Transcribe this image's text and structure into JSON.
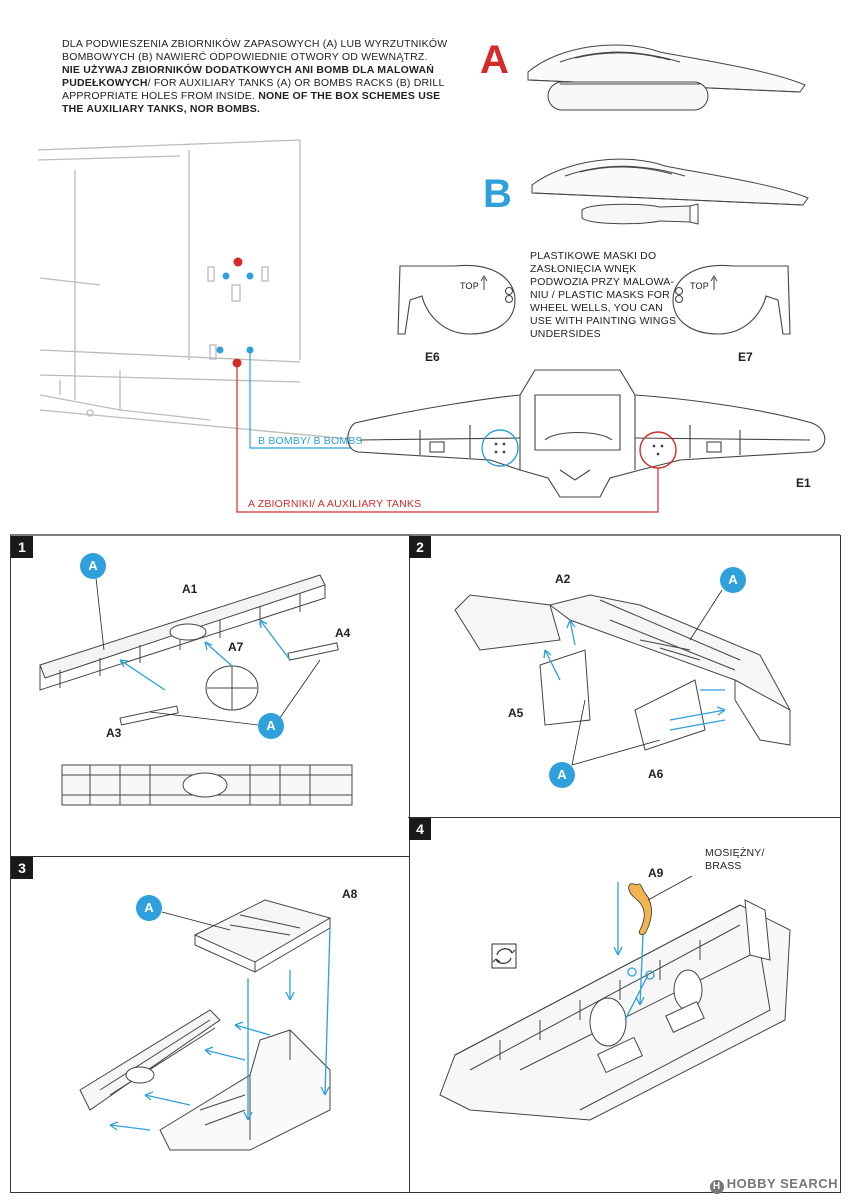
{
  "intro": {
    "line1": "DLA PODWIESZENIA ZBIORNIKÓW ZAPASOWYCH (A) LUB WYRZUTNIKÓW",
    "line2": "BOMBOWYCH (B) NAWIERĆ ODPOWIEDNIE OTWORY OD WEWNĄTRZ.",
    "line3_bold": "NIE UŻYWAJ ZBIORNIKÓW DODATKOWYCH ANI BOMB DLA MALOWAŃ",
    "line4_bold": "PUDEŁKOWYCH",
    "line4_rest": "/ FOR AUXILIARY TANKS (A) OR BOMBS RACKS (B) DRILL",
    "line5_normal": "APPROPRIATE HOLES FROM INSIDE.",
    "line5_bold": "NONE OF THE BOX SCHEMES USE",
    "line6_bold": "THE AUXILIARY TANKS, NOR BOMBS."
  },
  "variants": {
    "a": {
      "letter": "A",
      "color": "#d62a2a"
    },
    "b": {
      "letter": "B",
      "color": "#2fa0db"
    }
  },
  "masks": {
    "text1": "PLASTIKOWE MASKI DO",
    "text2": "ZASŁONIĘCIA WNĘK",
    "text3": "PODWOZIA PRZY MALOWA-",
    "text4": "NIU / PLASTIC MASKS FOR",
    "text5": "WHEEL WELLS, YOU CAN",
    "text6": "USE WITH PAINTING WINGS",
    "text7": "UNDERSIDES",
    "top_label": "TOP",
    "e6": "E6",
    "e7": "E7"
  },
  "wing": {
    "bombs_label": "B   BOMBY/ B   BOMBS",
    "tanks_label": "A   ZBIORNIKI/ A   AUXILIARY TANKS",
    "e1": "E1"
  },
  "steps": {
    "s1": {
      "num": "1",
      "a1": "A1",
      "a3": "A3",
      "a4": "A4",
      "a7": "A7",
      "callout": "A"
    },
    "s2": {
      "num": "2",
      "a2": "A2",
      "a5": "A5",
      "a6": "A6",
      "callout": "A"
    },
    "s3": {
      "num": "3",
      "a8": "A8",
      "callout": "A"
    },
    "s4": {
      "num": "4",
      "a9": "A9",
      "brass1": "MOSIĘŻNY/",
      "brass2": "BRASS"
    }
  },
  "footer": {
    "logo": "H",
    "brand": "HOBBY SEARCH"
  },
  "colors": {
    "blue": "#2fa0db",
    "red": "#d62a2a",
    "brass": "#f0b550"
  }
}
